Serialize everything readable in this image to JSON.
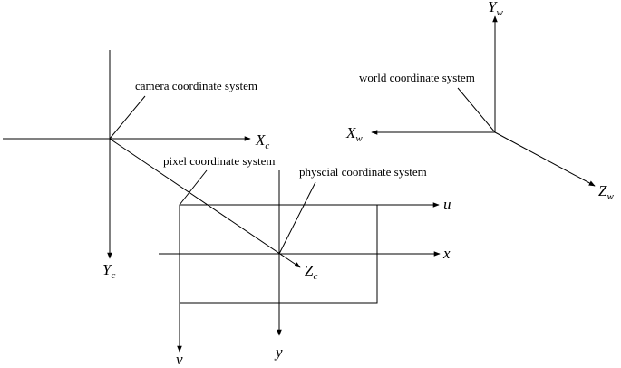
{
  "labels": {
    "camera": "camera coordinate system",
    "world": "world coordinate system",
    "pixel": "pixel coordinate system",
    "physical": "physcial coordinate system"
  },
  "axes": {
    "xc": {
      "main": "X",
      "sub": "c"
    },
    "yc": {
      "main": "Y",
      "sub": "c"
    },
    "zc": {
      "main": "Z",
      "sub": "c"
    },
    "xw": {
      "main": "X",
      "sub": "w"
    },
    "yw": {
      "main": "Y",
      "sub": "w"
    },
    "zw": {
      "main": "Z",
      "sub": "w"
    },
    "u": "u",
    "v": "v",
    "x": "x",
    "y": "y"
  },
  "colors": {
    "ink": "#000000",
    "background": "#ffffff"
  }
}
